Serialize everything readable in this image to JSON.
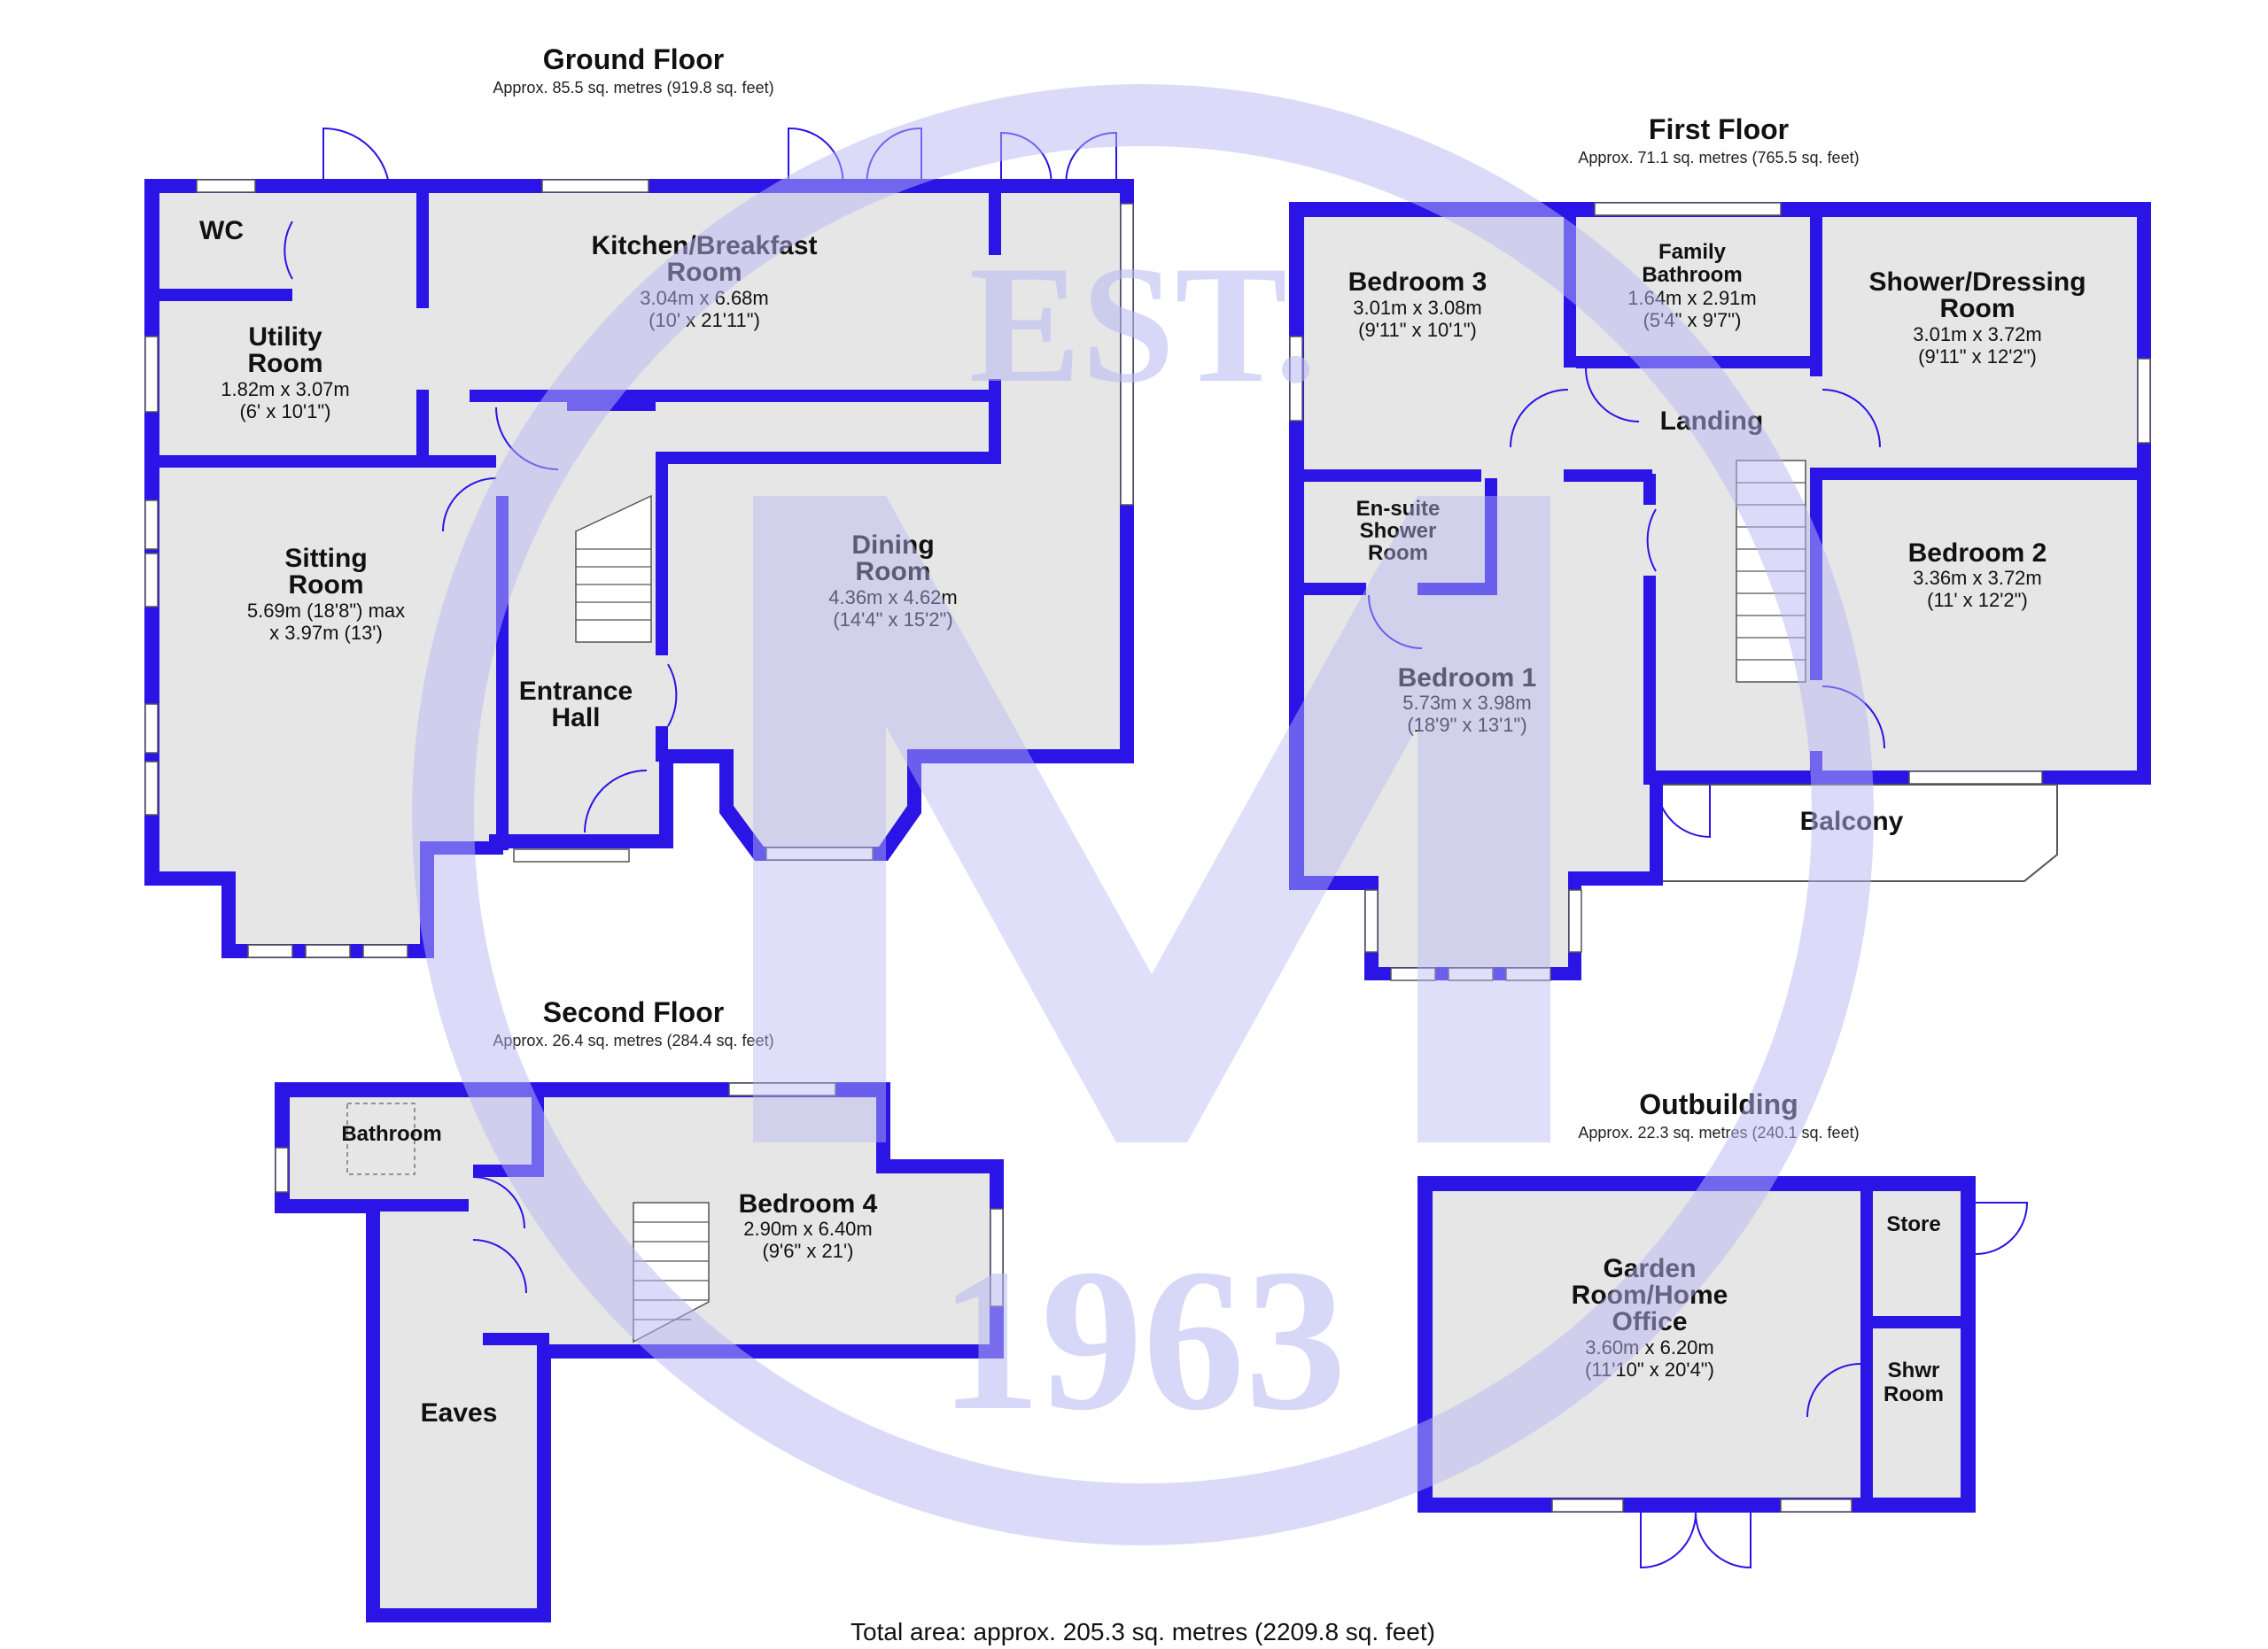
{
  "floors": {
    "ground": {
      "title": "Ground Floor",
      "area": "Approx. 85.5 sq. metres (919.8 sq. feet)"
    },
    "first": {
      "title": "First Floor",
      "area": "Approx. 71.1 sq. metres (765.5 sq. feet)"
    },
    "second": {
      "title": "Second Floor",
      "area": "Approx. 26.4 sq. metres (284.4 sq. feet)"
    },
    "outbuilding": {
      "title": "Outbuilding",
      "area": "Approx. 22.3 sq. metres (240.1 sq. feet)"
    }
  },
  "rooms": {
    "wc": {
      "name": "WC"
    },
    "utility": {
      "name_1": "Utility",
      "name_2": "Room",
      "dim_1": "1.82m x 3.07m",
      "dim_2": "(6' x 10'1\")"
    },
    "kitchen": {
      "name_1": "Kitchen/Breakfast",
      "name_2": "Room",
      "dim_1": "3.04m x 6.68m",
      "dim_2": "(10' x 21'11\")"
    },
    "sitting": {
      "name_1": "Sitting",
      "name_2": "Room",
      "dim_1": "5.69m (18'8\") max",
      "dim_2": "x 3.97m (13')"
    },
    "entrance": {
      "name_1": "Entrance",
      "name_2": "Hall"
    },
    "dining": {
      "name_1": "Dining",
      "name_2": "Room",
      "dim_1": "4.36m x 4.62m",
      "dim_2": "(14'4\" x 15'2\")"
    },
    "bedroom3": {
      "name": "Bedroom 3",
      "dim_1": "3.01m x 3.08m",
      "dim_2": "(9'11\" x 10'1\")"
    },
    "family_bathroom": {
      "name_1": "Family",
      "name_2": "Bathroom",
      "dim_1": "1.64m x 2.91m",
      "dim_2": "(5'4\" x 9'7\")"
    },
    "shower_dressing": {
      "name_1": "Shower/Dressing",
      "name_2": "Room",
      "dim_1": "3.01m x 3.72m",
      "dim_2": "(9'11\" x 12'2\")"
    },
    "landing": {
      "name": "Landing"
    },
    "ensuite": {
      "name_1": "En-suite",
      "name_2": "Shower",
      "name_3": "Room"
    },
    "bedroom1": {
      "name": "Bedroom 1",
      "dim_1": "5.73m x 3.98m",
      "dim_2": "(18'9\" x 13'1\")"
    },
    "bedroom2": {
      "name": "Bedroom 2",
      "dim_1": "3.36m x 3.72m",
      "dim_2": "(11' x 12'2\")"
    },
    "balcony": {
      "name": "Balcony"
    },
    "bathroom": {
      "name": "Bathroom"
    },
    "bedroom4": {
      "name": "Bedroom 4",
      "dim_1": "2.90m x 6.40m",
      "dim_2": "(9'6\" x 21')"
    },
    "eaves": {
      "name": "Eaves"
    },
    "garden_room": {
      "name_1": "Garden",
      "name_2": "Room/Home",
      "name_3": "Office",
      "dim_1": "3.60m x 6.20m",
      "dim_2": "(11'10\" x 20'4\")"
    },
    "store": {
      "name": "Store"
    },
    "shwr_room": {
      "name_1": "Shwr",
      "name_2": "Room"
    }
  },
  "watermark": {
    "line_1": "EST.",
    "line_2": "1963"
  },
  "total_area": "Total area: approx. 205.3 sq. metres (2209.8 sq. feet)",
  "colors": {
    "wall": "#2a14e6",
    "floor": "#e6e6e6",
    "watermark": "#b8b8f4"
  }
}
